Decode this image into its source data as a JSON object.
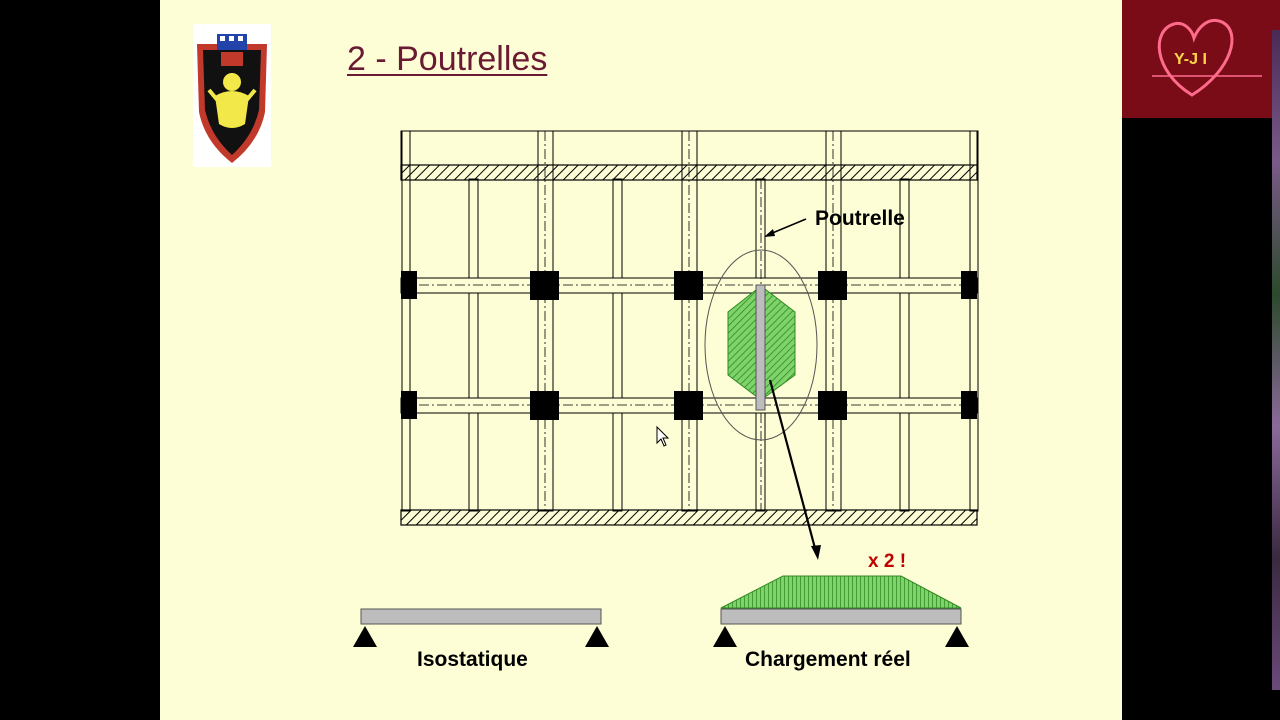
{
  "slide": {
    "title": "2 - Poutrelles",
    "labels": {
      "poutrelle": "Poutrelle",
      "isostatique": "Isostatique",
      "chargement_reel": "Chargement réel",
      "multiplier": "x 2 !"
    }
  },
  "overlay": {
    "logo_text": "Y-J I"
  },
  "colors": {
    "slide_bg": "#fdfdd6",
    "title": "#6b1a33",
    "hatch_green": "#3aa12a",
    "fill_green": "#7fd36b",
    "beam_gray": "#bdbdbd",
    "multiplier_red": "#c00000",
    "overlay_bg": "#7a0c18"
  }
}
